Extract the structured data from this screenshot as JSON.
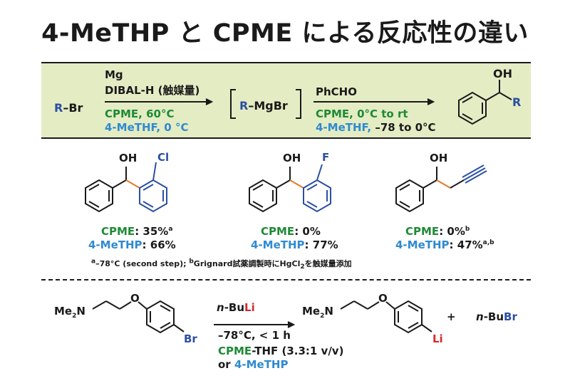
{
  "title": "4-MeTHP と CPME による反応性の違い",
  "scheme1": {
    "sm_r": "R",
    "sm_br": "–Br",
    "reagent1": "Mg",
    "reagent2": "DIBAL-H (触媒量)",
    "cond_green": "CPME, 60°C",
    "cond_blue": "4-MeTHF, 0 °C",
    "int_r": "R",
    "int_rest": "–MgBr",
    "reagent3": "PhCHO",
    "cond2_green": "CPME, 0°C to rt",
    "cond2_blue_a": "4-MeTHF,",
    "cond2_blue_b": "–78 to 0°C",
    "prod_oh": "OH",
    "prod_r": "R"
  },
  "products": [
    {
      "oh": "OH",
      "sub": "Cl",
      "cpme_label": "CPME",
      "cpme_val": ": 35%",
      "cpme_sup": "a",
      "thp_label": "4-MeTHP",
      "thp_val": ": 66%",
      "thp_sup": ""
    },
    {
      "oh": "OH",
      "sub": "F",
      "cpme_label": "CPME",
      "cpme_val": ": 0%",
      "cpme_sup": "",
      "thp_label": "4-MeTHP",
      "thp_val": ": 77%",
      "thp_sup": ""
    },
    {
      "oh": "OH",
      "sub": "",
      "cpme_label": "CPME",
      "cpme_val": ": 0%",
      "cpme_sup": "b",
      "thp_label": "4-MeTHP",
      "thp_val": ": 47%",
      "thp_sup": "a,b"
    }
  ],
  "footnote": {
    "a_mark": "a",
    "a_text": "–78°C (second step); ",
    "b_mark": "b",
    "b_text1": "Grignard試薬調製時にHgCl",
    "b_sub": "2",
    "b_text2": "を触媒量添加"
  },
  "scheme2": {
    "me2n": "Me",
    "me2n_sub": "2",
    "me2n_n": "N",
    "o": "O",
    "br": "Br",
    "reagent_n": "n",
    "reagent_bu": "-Bu",
    "reagent_li": "Li",
    "cond": "–78°C, < 1 h",
    "solv_green": "CPME",
    "solv_rest": "-THF (3.3:1 v/v)",
    "solv_or": "or ",
    "solv_blue": "4-MeTHP",
    "prod_me": "Me",
    "prod_sub": "2",
    "prod_n": "N",
    "prod_o": "O",
    "prod_li": "Li",
    "plus": "+",
    "bp_n": "n",
    "bp_bu": "-Bu",
    "bp_br": "Br"
  },
  "colors": {
    "green": "#1e8a35",
    "blue": "#2f8ad0",
    "dark_blue": "#2b4fa2",
    "red": "#d42b2b",
    "box": "#e4ecc4"
  }
}
